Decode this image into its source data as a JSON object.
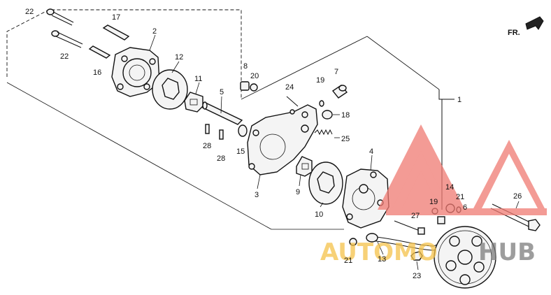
{
  "diagram": {
    "direction_label": "FR.",
    "callouts": [
      {
        "id": "c1",
        "text": "1"
      },
      {
        "id": "c2",
        "text": "2"
      },
      {
        "id": "c3",
        "text": "3"
      },
      {
        "id": "c4",
        "text": "4"
      },
      {
        "id": "c5",
        "text": "5"
      },
      {
        "id": "c6",
        "text": "6"
      },
      {
        "id": "c7",
        "text": "7"
      },
      {
        "id": "c8",
        "text": "8"
      },
      {
        "id": "c9",
        "text": "9"
      },
      {
        "id": "c10",
        "text": "10"
      },
      {
        "id": "c11",
        "text": "11"
      },
      {
        "id": "c12",
        "text": "12"
      },
      {
        "id": "c13",
        "text": "13"
      },
      {
        "id": "c14",
        "text": "14"
      },
      {
        "id": "c15",
        "text": "15"
      },
      {
        "id": "c16",
        "text": "16"
      },
      {
        "id": "c17",
        "text": "17"
      },
      {
        "id": "c18",
        "text": "18"
      },
      {
        "id": "c19a",
        "text": "19"
      },
      {
        "id": "c19b",
        "text": "19"
      },
      {
        "id": "c20",
        "text": "20"
      },
      {
        "id": "c21a",
        "text": "21"
      },
      {
        "id": "c21b",
        "text": "21"
      },
      {
        "id": "c22a",
        "text": "22"
      },
      {
        "id": "c22b",
        "text": "22"
      },
      {
        "id": "c23",
        "text": "23"
      },
      {
        "id": "c24",
        "text": "24"
      },
      {
        "id": "c25",
        "text": "25"
      },
      {
        "id": "c26",
        "text": "26"
      },
      {
        "id": "c27",
        "text": "27"
      },
      {
        "id": "c28a",
        "text": "28"
      },
      {
        "id": "c28b",
        "text": "28"
      }
    ]
  },
  "watermark": {
    "text_left": "AUTOMO",
    "text_right": "HUB",
    "color_red": "#f07a72",
    "color_yellow": "#f5c24a",
    "color_grey": "#7d7d7d"
  }
}
